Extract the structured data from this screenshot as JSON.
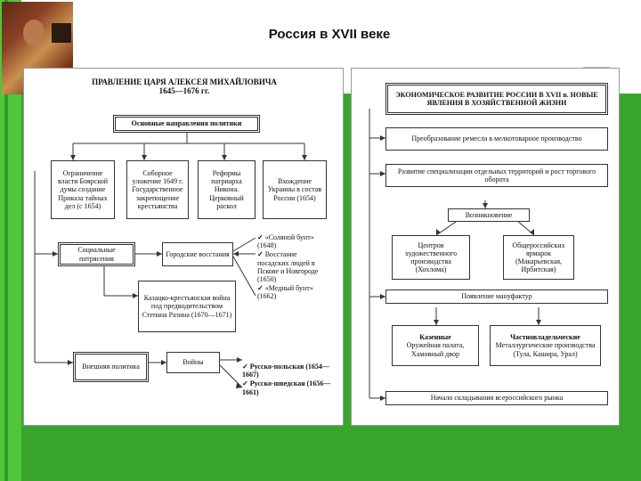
{
  "slide_title": "Россия в XVII веке",
  "left": {
    "heading_line1": "ПРАВЛЕНИЕ ЦАРЯ АЛЕКСЕЯ МИХАЙЛОВИЧА",
    "heading_line2": "1645—1676 гг.",
    "main": "Основные направления политики",
    "directions": [
      "Ограничение власти Боярской думы создание Приказа тайных дел (с 1654)",
      "Соборное уложение 1649 г. Государственное закрепощение крестьянства",
      "Реформы патриарха Никона. Церковный раскол",
      "Вхождение Украины в состав России (1654)"
    ],
    "social": "Социальные потрясения",
    "uprisings": "Городские восстания",
    "razin": "Казацко-крестьянская война под предводительством Степана Разина (1670—1671)",
    "riots": [
      "«Соляной бунт» (1648)",
      "Восстание посадских людей в Пскове и Новгороде (1650)",
      "«Медный бунт» (1662)"
    ],
    "foreign": "Внешняя политика",
    "wars": "Войны",
    "war_list": [
      "Русско-польская (1654—1667)",
      "Русско-шведская (1656—1661)"
    ],
    "checkmark": "✓"
  },
  "right": {
    "heading": "ЭКОНОМИЧЕСКОЕ РАЗВИТИЕ РОССИИ В XVII в. НОВЫЕ ЯВЛЕНИЯ В ХОЗЯЙСТВЕННОЙ ЖИЗНИ",
    "crafts": "Преобразование ремесла в мелкотоварное производство",
    "specialization": "Развитие специализации отдельных территорий и рост торгового оборота",
    "emergence": "Возникновение",
    "centers": "Центров художественного производства (Хохлома)",
    "fairs": "Общероссийских ярмарок (Макарьевская, Ирбитская)",
    "manufactories": "Появление мануфактур",
    "state_title": "Казенные",
    "state_body": "Оружейная палата, Хамовный двор",
    "private_title": "Частновладельческие",
    "private_body": "Металлургические производства (Тула, Каширa, Урал)",
    "market": "Начало складывания всероссийского рынка"
  }
}
